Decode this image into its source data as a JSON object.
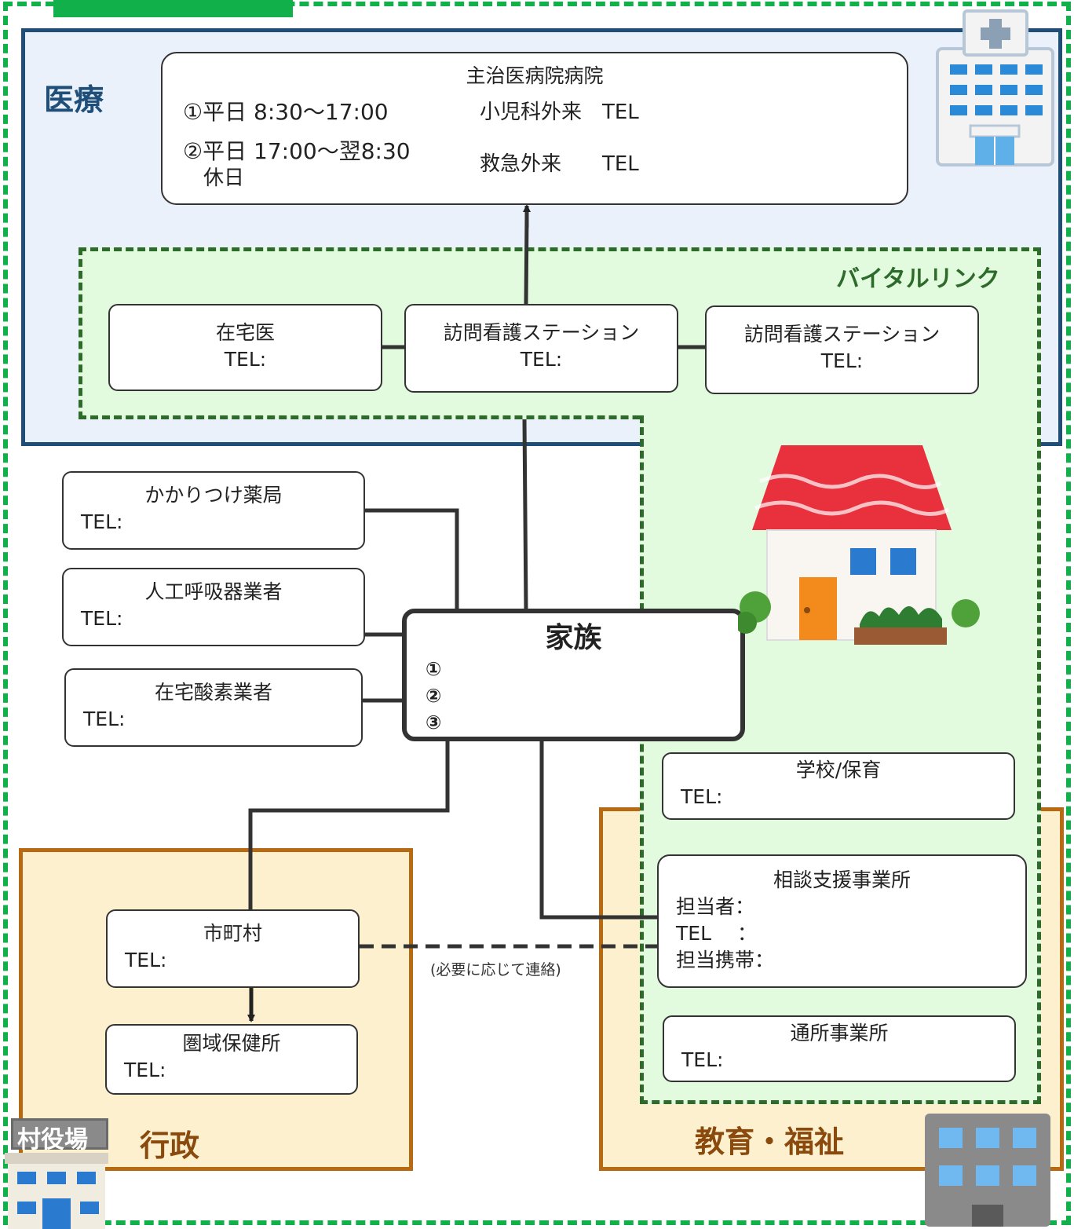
{
  "zones": {
    "medical": "医療",
    "vital_link": "バイタルリンク",
    "admin": "行政",
    "edu_welfare": "教育・福祉"
  },
  "hospital": {
    "title": "主治医病院病院",
    "row1_time": "①平日 8:30〜17:00",
    "row1_dest": "小児科外来　TEL",
    "row2_time": "②平日 17:00〜翌8:30",
    "row2_time_b": "休日",
    "row2_dest": "救急外来　　TEL"
  },
  "vital_boxes": [
    {
      "name": "在宅医",
      "tel": "TEL:"
    },
    {
      "name": "訪問看護ステーション",
      "tel": "TEL:"
    },
    {
      "name": "訪問看護ステーション",
      "tel": "TEL:"
    }
  ],
  "left_boxes": [
    {
      "name": "かかりつけ薬局",
      "tel": "TEL:"
    },
    {
      "name": "人工呼吸器業者",
      "tel": "TEL:"
    },
    {
      "name": "在宅酸素業者",
      "tel": "TEL:"
    }
  ],
  "family": {
    "title": "家族",
    "rows": [
      "①",
      "②",
      "③"
    ]
  },
  "edu_boxes": {
    "school": {
      "name": "学校/保育",
      "tel": "TEL:"
    },
    "consult": {
      "name": "相談支援事業所",
      "line1": "担当者：",
      "line2": "TEL　 ：",
      "line3": "担当携帯："
    },
    "daycare": {
      "name": "通所事業所",
      "tel": "TEL:"
    }
  },
  "admin_boxes": {
    "city": {
      "name": "市町村",
      "tel": "TEL:"
    },
    "health": {
      "name": "圏域保健所",
      "tel": "TEL:"
    }
  },
  "note": "(必要に応じて連絡)",
  "village_office_sign": "村役場",
  "icons": [
    "hospital-building-icon",
    "house-icon",
    "village-office-icon",
    "office-building-icon"
  ],
  "colors": {
    "outer_frame": "#12b04a",
    "medical_border": "#1f4e79",
    "medical_fill": "#eaf1fa",
    "vital_border": "#2e6b2a",
    "vital_fill": "#e2fbdf",
    "admin_border": "#b86a13",
    "admin_fill": "#fdf0cf"
  }
}
